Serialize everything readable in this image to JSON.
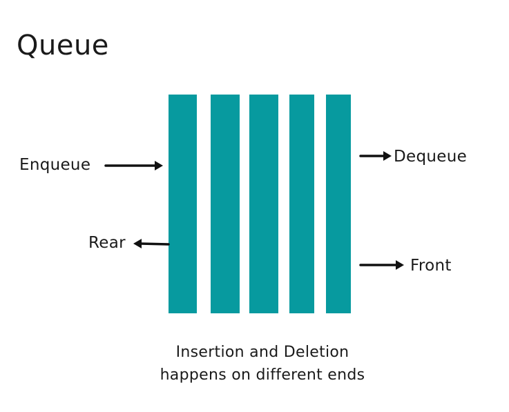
{
  "title": "Queue",
  "colors": {
    "slot": "#079a9f",
    "arrow": "#111111",
    "text": "#1a1a1a"
  },
  "queue": {
    "slot_count": 5
  },
  "labels": {
    "enqueue": "Enqueue",
    "rear": "Rear",
    "dequeue": "Dequeue",
    "front": "Front"
  },
  "caption": {
    "line1": "Insertion and Deletion",
    "line2": "happens on different ends"
  }
}
